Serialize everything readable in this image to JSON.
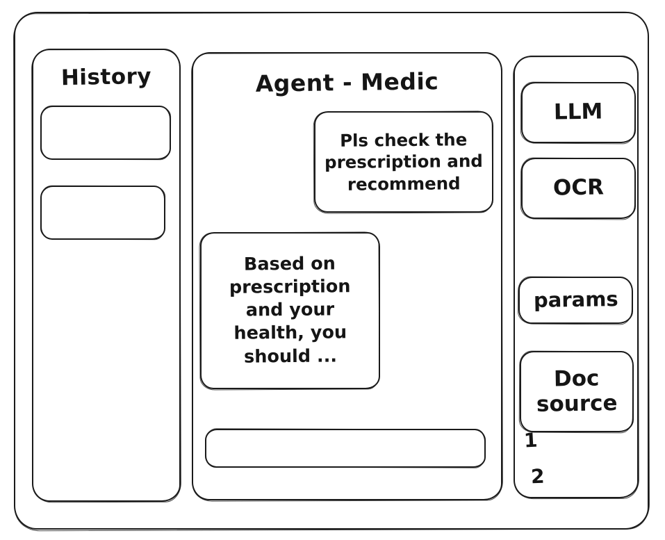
{
  "window": {
    "frame_name": "app-window"
  },
  "sidebar": {
    "title": "History",
    "items": [
      {
        "label": ""
      },
      {
        "label": ""
      }
    ]
  },
  "chat": {
    "title": "Agent - Medic",
    "messages": [
      {
        "role": "user",
        "text": "Pls check the prescription and recommend"
      },
      {
        "role": "assistant",
        "text": "Based on prescription and your health, you should ..."
      }
    ],
    "composer": {
      "value": "",
      "placeholder": ""
    }
  },
  "tools": {
    "buttons": [
      {
        "label": "LLM"
      },
      {
        "label": "OCR"
      },
      {
        "label": "params"
      },
      {
        "label": "Doc source"
      }
    ],
    "doc_source_refs": [
      "1",
      "2"
    ]
  },
  "colors": {
    "ink": "#1b1b1b",
    "paper": "#ffffff"
  }
}
